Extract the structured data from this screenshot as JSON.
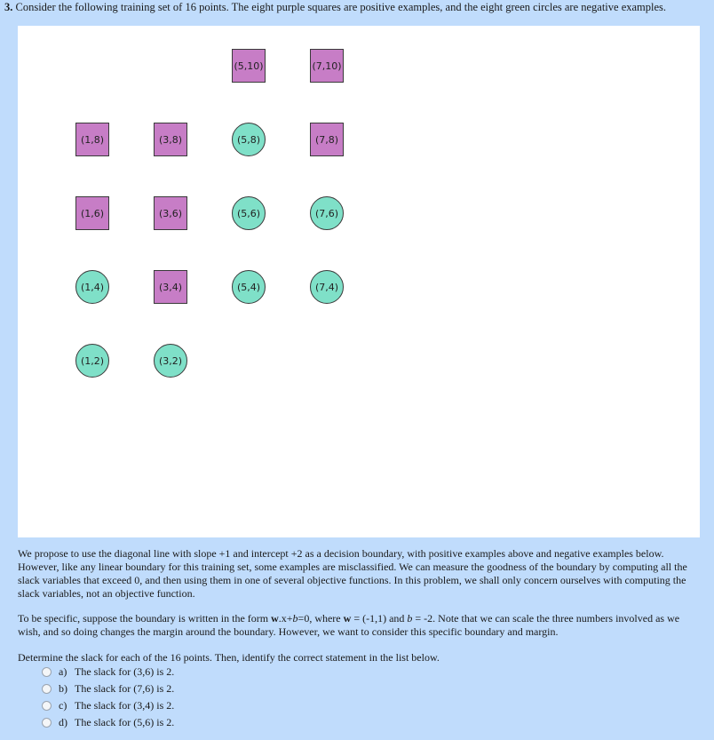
{
  "question": {
    "number": "3.",
    "header_text": "Consider the following training set of 16 points. The eight purple squares are positive examples, and the eight green circles are negative examples."
  },
  "figure": {
    "positive_color": "#c77dc6",
    "negative_color": "#7fe0c8",
    "points": [
      {
        "label": "(5,10)",
        "x": 5,
        "y": 10,
        "class": "positive"
      },
      {
        "label": "(7,10)",
        "x": 7,
        "y": 10,
        "class": "positive"
      },
      {
        "label": "(1,8)",
        "x": 1,
        "y": 8,
        "class": "positive"
      },
      {
        "label": "(3,8)",
        "x": 3,
        "y": 8,
        "class": "positive"
      },
      {
        "label": "(5,8)",
        "x": 5,
        "y": 8,
        "class": "negative"
      },
      {
        "label": "(7,8)",
        "x": 7,
        "y": 8,
        "class": "positive"
      },
      {
        "label": "(1,6)",
        "x": 1,
        "y": 6,
        "class": "positive"
      },
      {
        "label": "(3,6)",
        "x": 3,
        "y": 6,
        "class": "positive"
      },
      {
        "label": "(5,6)",
        "x": 5,
        "y": 6,
        "class": "negative"
      },
      {
        "label": "(7,6)",
        "x": 7,
        "y": 6,
        "class": "negative"
      },
      {
        "label": "(1,4)",
        "x": 1,
        "y": 4,
        "class": "negative"
      },
      {
        "label": "(3,4)",
        "x": 3,
        "y": 4,
        "class": "positive"
      },
      {
        "label": "(5,4)",
        "x": 5,
        "y": 4,
        "class": "negative"
      },
      {
        "label": "(7,4)",
        "x": 7,
        "y": 4,
        "class": "negative"
      },
      {
        "label": "(1,2)",
        "x": 1,
        "y": 2,
        "class": "negative"
      },
      {
        "label": "(3,2)",
        "x": 3,
        "y": 2,
        "class": "negative"
      }
    ]
  },
  "paragraphs": {
    "p1": "We propose to use the diagonal line with slope +1 and intercept +2 as a decision boundary, with positive examples above and negative examples below. However, like any linear boundary for this training set, some examples are misclassified. We can measure the goodness of the boundary by computing all the slack variables that exceed 0, and then using them in one of several objective functions. In this problem, we shall only concern ourselves with computing the slack variables, not an objective function.",
    "p2_part1": "To be specific, suppose the boundary is written in the form ",
    "p2_w1": "w",
    "p2_x": ".x+",
    "p2_b1": "b",
    "p2_part2": "=0, where ",
    "p2_w2": "w",
    "p2_part3": " = (-1,1) and ",
    "p2_b2": "b",
    "p2_part4": " = -2. Note that we can scale the three numbers involved as we wish, and so doing changes the margin around the boundary. However, we want to consider this specific boundary and margin.",
    "p3": "Determine the slack for each of the 16 points. Then, identify the correct statement in the list below."
  },
  "options": [
    {
      "letter": "a)",
      "text": "The slack for (3,6) is 2."
    },
    {
      "letter": "b)",
      "text": "The slack for (7,6) is 2."
    },
    {
      "letter": "c)",
      "text": "The slack for (3,4) is 2."
    },
    {
      "letter": "d)",
      "text": "The slack for (5,6) is 2."
    }
  ]
}
